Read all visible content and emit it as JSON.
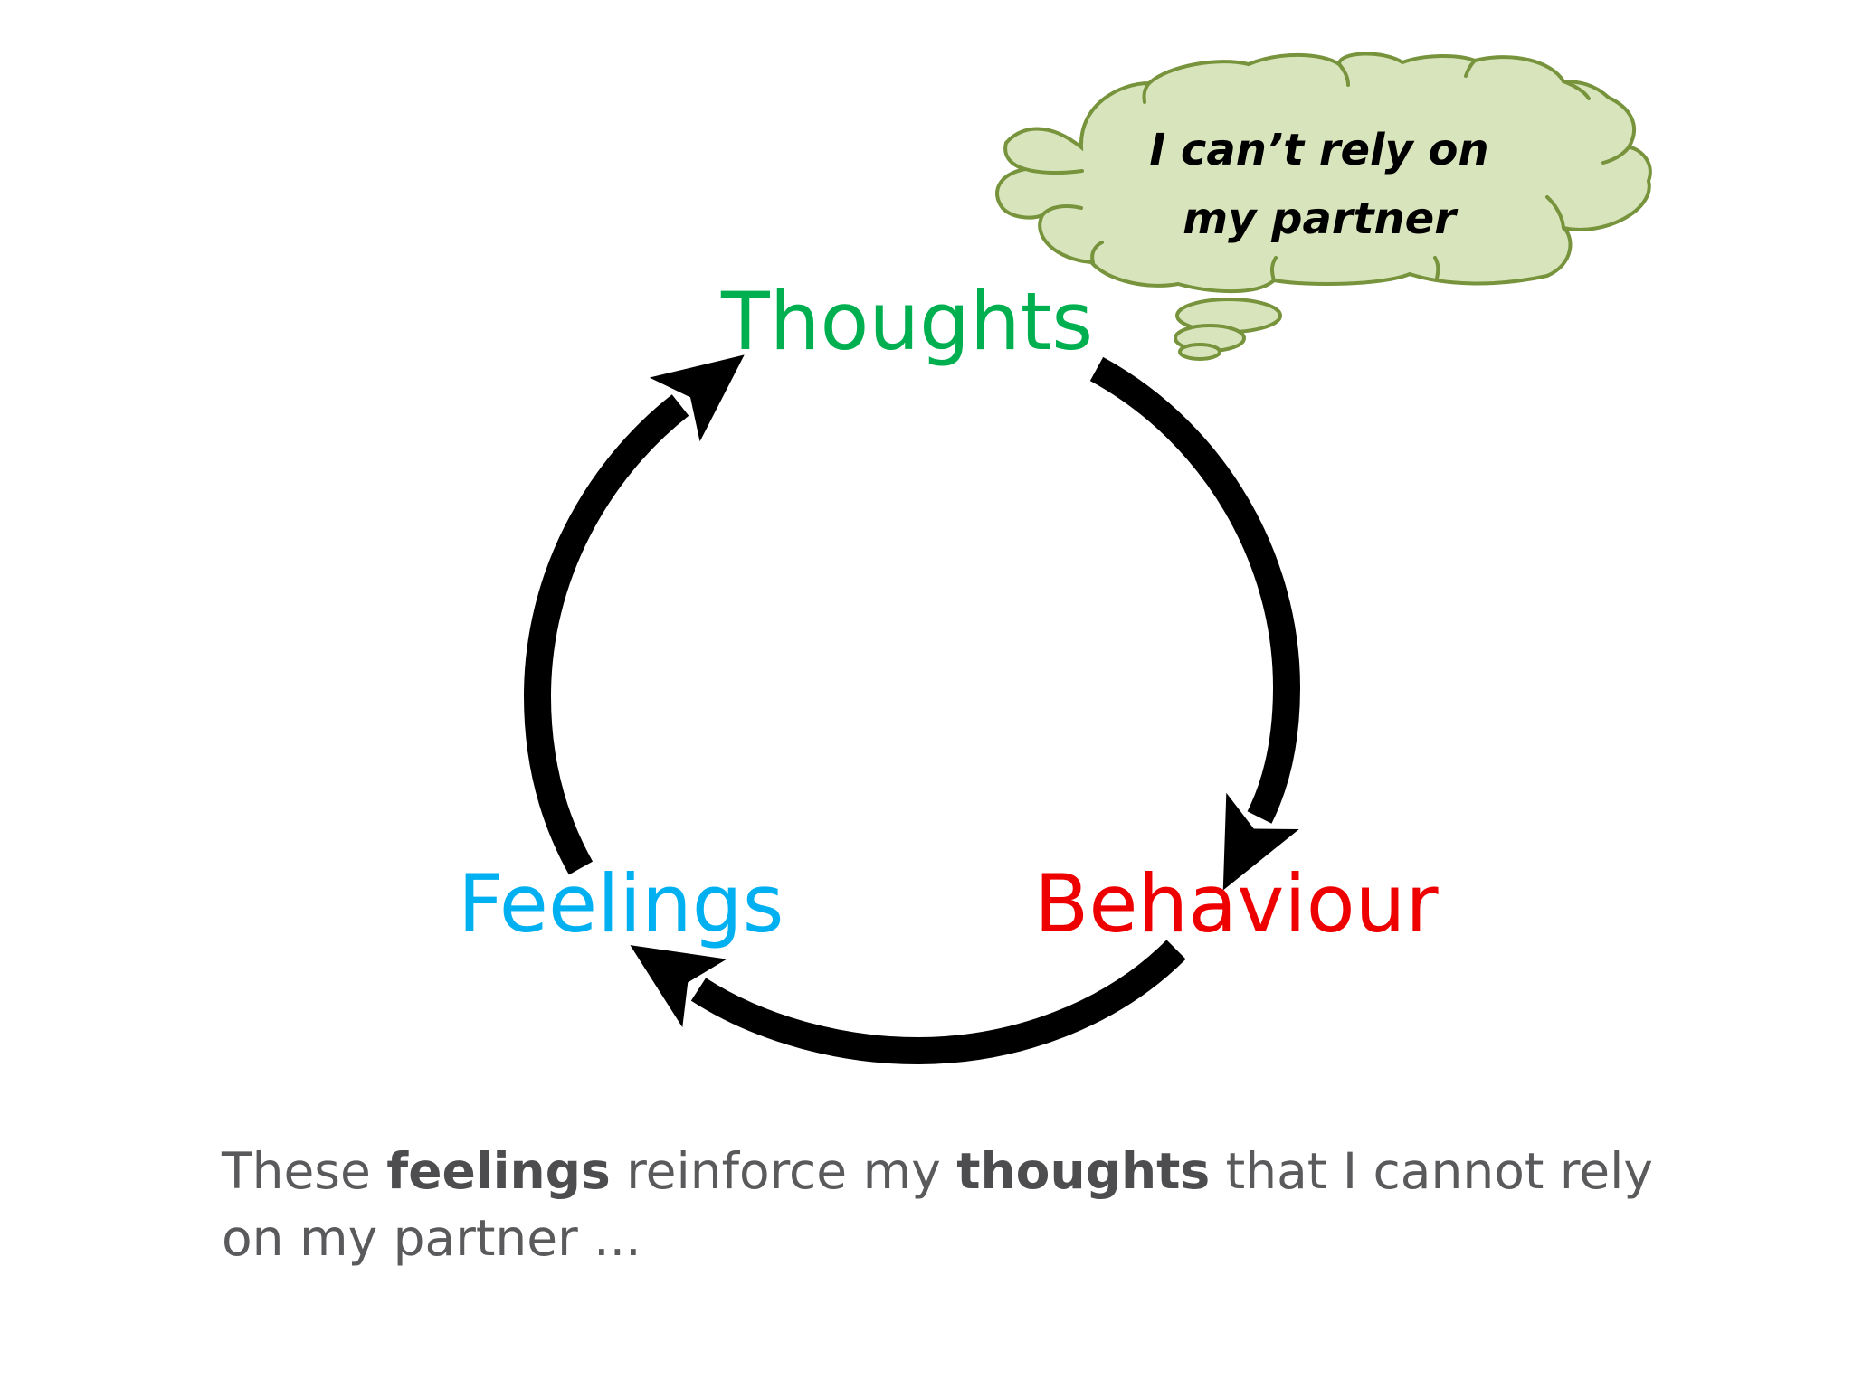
{
  "diagram": {
    "nodes": {
      "thoughts": {
        "label": "Thoughts",
        "color": "#00b050"
      },
      "behaviour": {
        "label": "Behaviour",
        "color": "#ee0000"
      },
      "feelings": {
        "label": "Feelings",
        "color": "#00b0f0"
      }
    },
    "cycle": [
      "thoughts",
      "behaviour",
      "feelings"
    ],
    "arrow_color": "#000000",
    "thought_bubble": {
      "line1": "I can’t rely on",
      "line2": "my partner",
      "fill": "#d8e4bc",
      "stroke": "#77933c"
    }
  },
  "caption": {
    "line1": {
      "part1": "These ",
      "bold1": "feelings",
      "part2": " reinforce my ",
      "bold2": "thoughts",
      "part3": " that I cannot rely"
    },
    "line2": "on my partner ..."
  }
}
